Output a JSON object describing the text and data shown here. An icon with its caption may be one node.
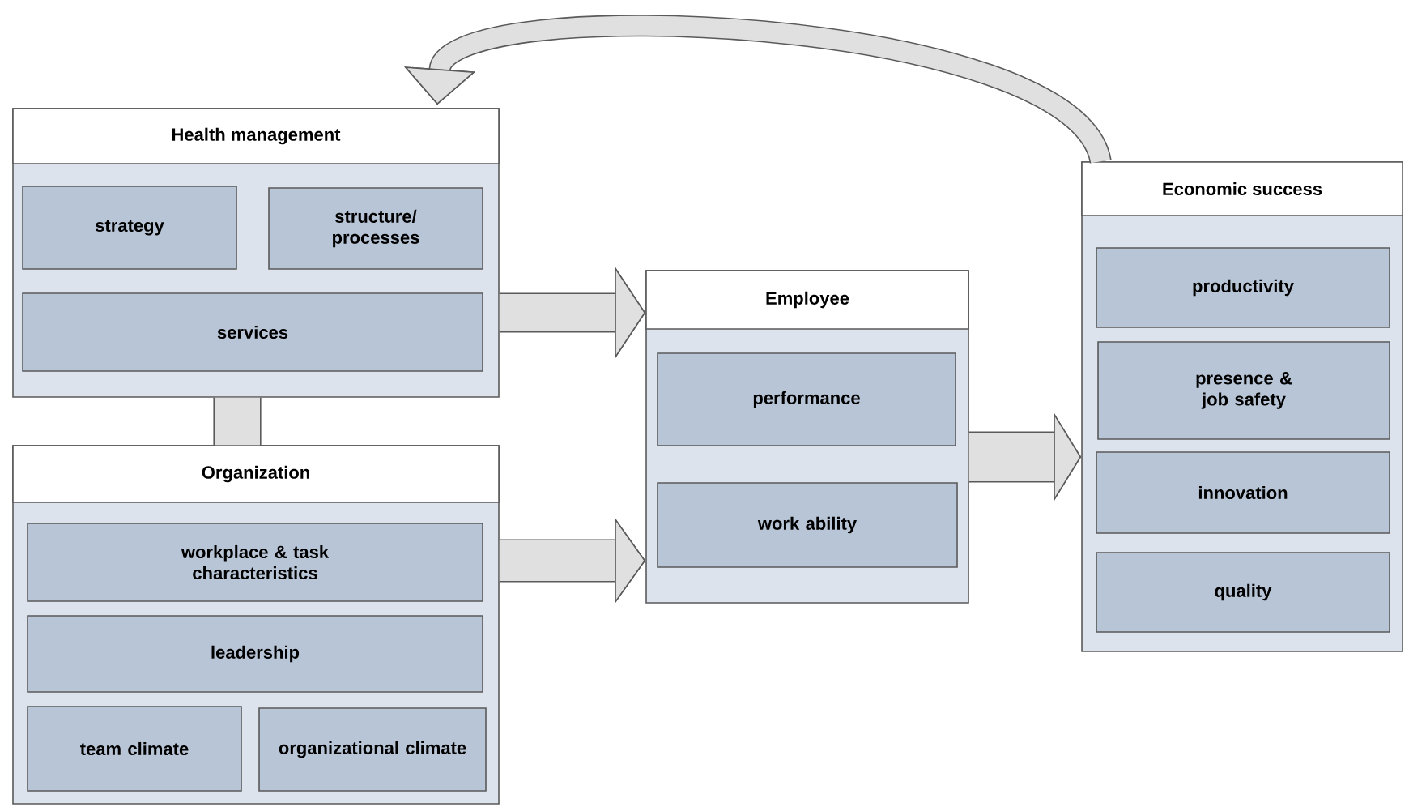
{
  "diagram": {
    "nodes": [
      {
        "text": [
          "Health management"
        ]
      },
      {
        "text": [
          "strategy"
        ],
        "in": 0
      },
      {
        "text": [
          "structure/ processes"
        ],
        "in": 0
      },
      {
        "text": [
          "services"
        ],
        "in": 0
      },
      {
        "text": [
          "Organization"
        ]
      },
      {
        "text": [
          "workplace & task characteristics"
        ],
        "in": 4
      },
      {
        "text": [
          "leadership"
        ],
        "in": 4
      },
      {
        "text": [
          "team climate"
        ],
        "in": 4
      },
      {
        "text": [
          "organizational climate"
        ],
        "in": 4
      },
      {
        "text": [
          "Employee"
        ]
      },
      {
        "text": [
          "performance"
        ],
        "in": 9
      },
      {
        "text": [
          "work ability"
        ],
        "in": 9
      },
      {
        "text": [
          "Economic success"
        ]
      },
      {
        "text": [
          "productivity"
        ],
        "in": 12
      },
      {
        "text": [
          "presence & job safety"
        ],
        "in": 12
      },
      {
        "text": [
          "innovation"
        ],
        "in": 12
      },
      {
        "text": [
          "quality"
        ],
        "in": 12
      }
    ],
    "edges": [
      {
        "from": 0,
        "to": 9,
        "arrow": "to"
      },
      {
        "from": 4,
        "to": 9,
        "arrow": "to"
      },
      {
        "from": 9,
        "to": 12,
        "arrow": "to"
      },
      {
        "from": 12,
        "to": 0,
        "arrow": "to"
      },
      {
        "from": 0,
        "to": 4,
        "arrow": "none"
      }
    ]
  }
}
